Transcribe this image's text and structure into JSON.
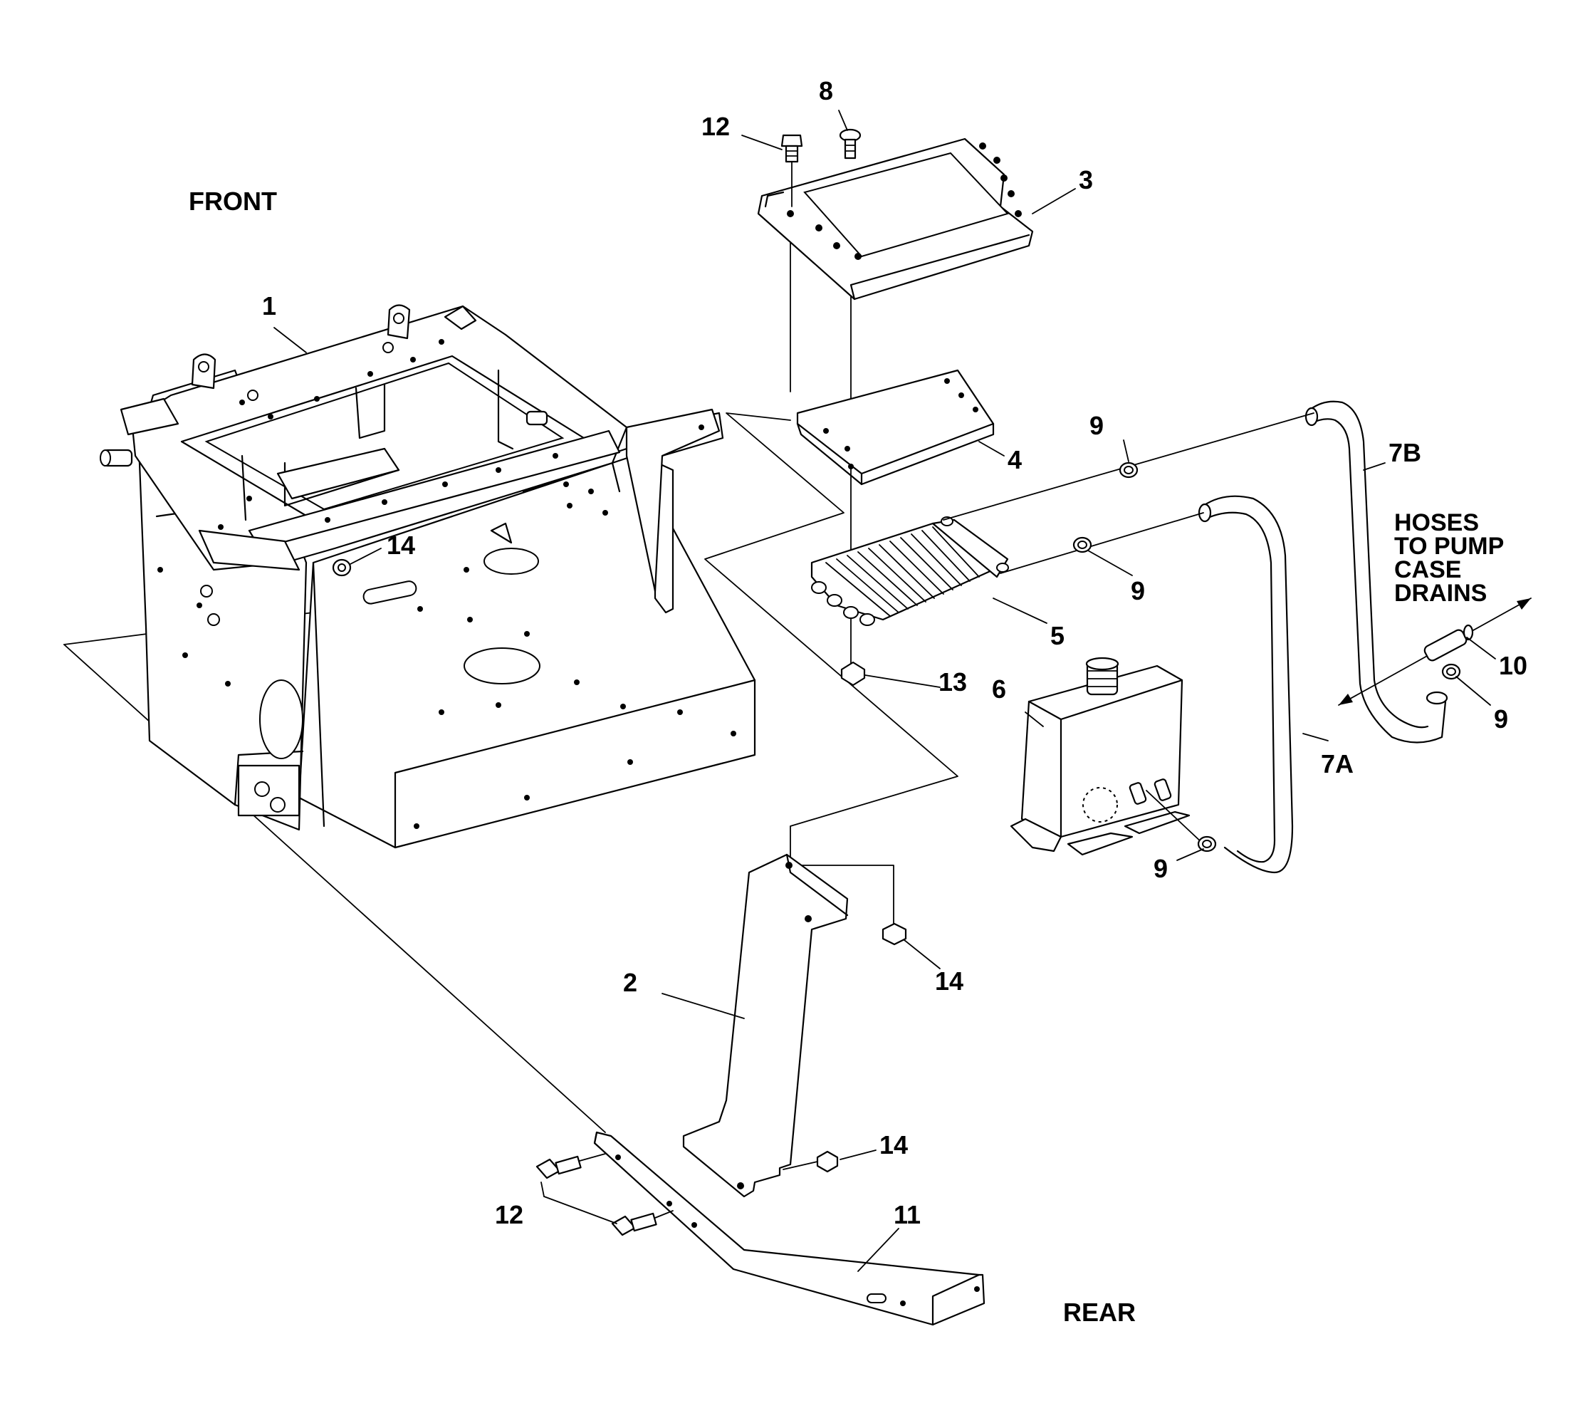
{
  "orientation": {
    "front": "FRONT",
    "rear": "REAR"
  },
  "note": {
    "line1": "HOSES",
    "line2": "TO PUMP",
    "line3": "CASE",
    "line4": "DRAINS"
  },
  "callouts": {
    "c1": "1",
    "c2": "2",
    "c3": "3",
    "c4": "4",
    "c5": "5",
    "c6": "6",
    "c7a": "7A",
    "c7b": "7B",
    "c8": "8",
    "c9a": "9",
    "c9b": "9",
    "c9c": "9",
    "c9d": "9",
    "c10": "10",
    "c11": "11",
    "c12a": "12",
    "c12b": "12",
    "c13": "13",
    "c14a": "14",
    "c14b": "14",
    "c14c": "14"
  }
}
